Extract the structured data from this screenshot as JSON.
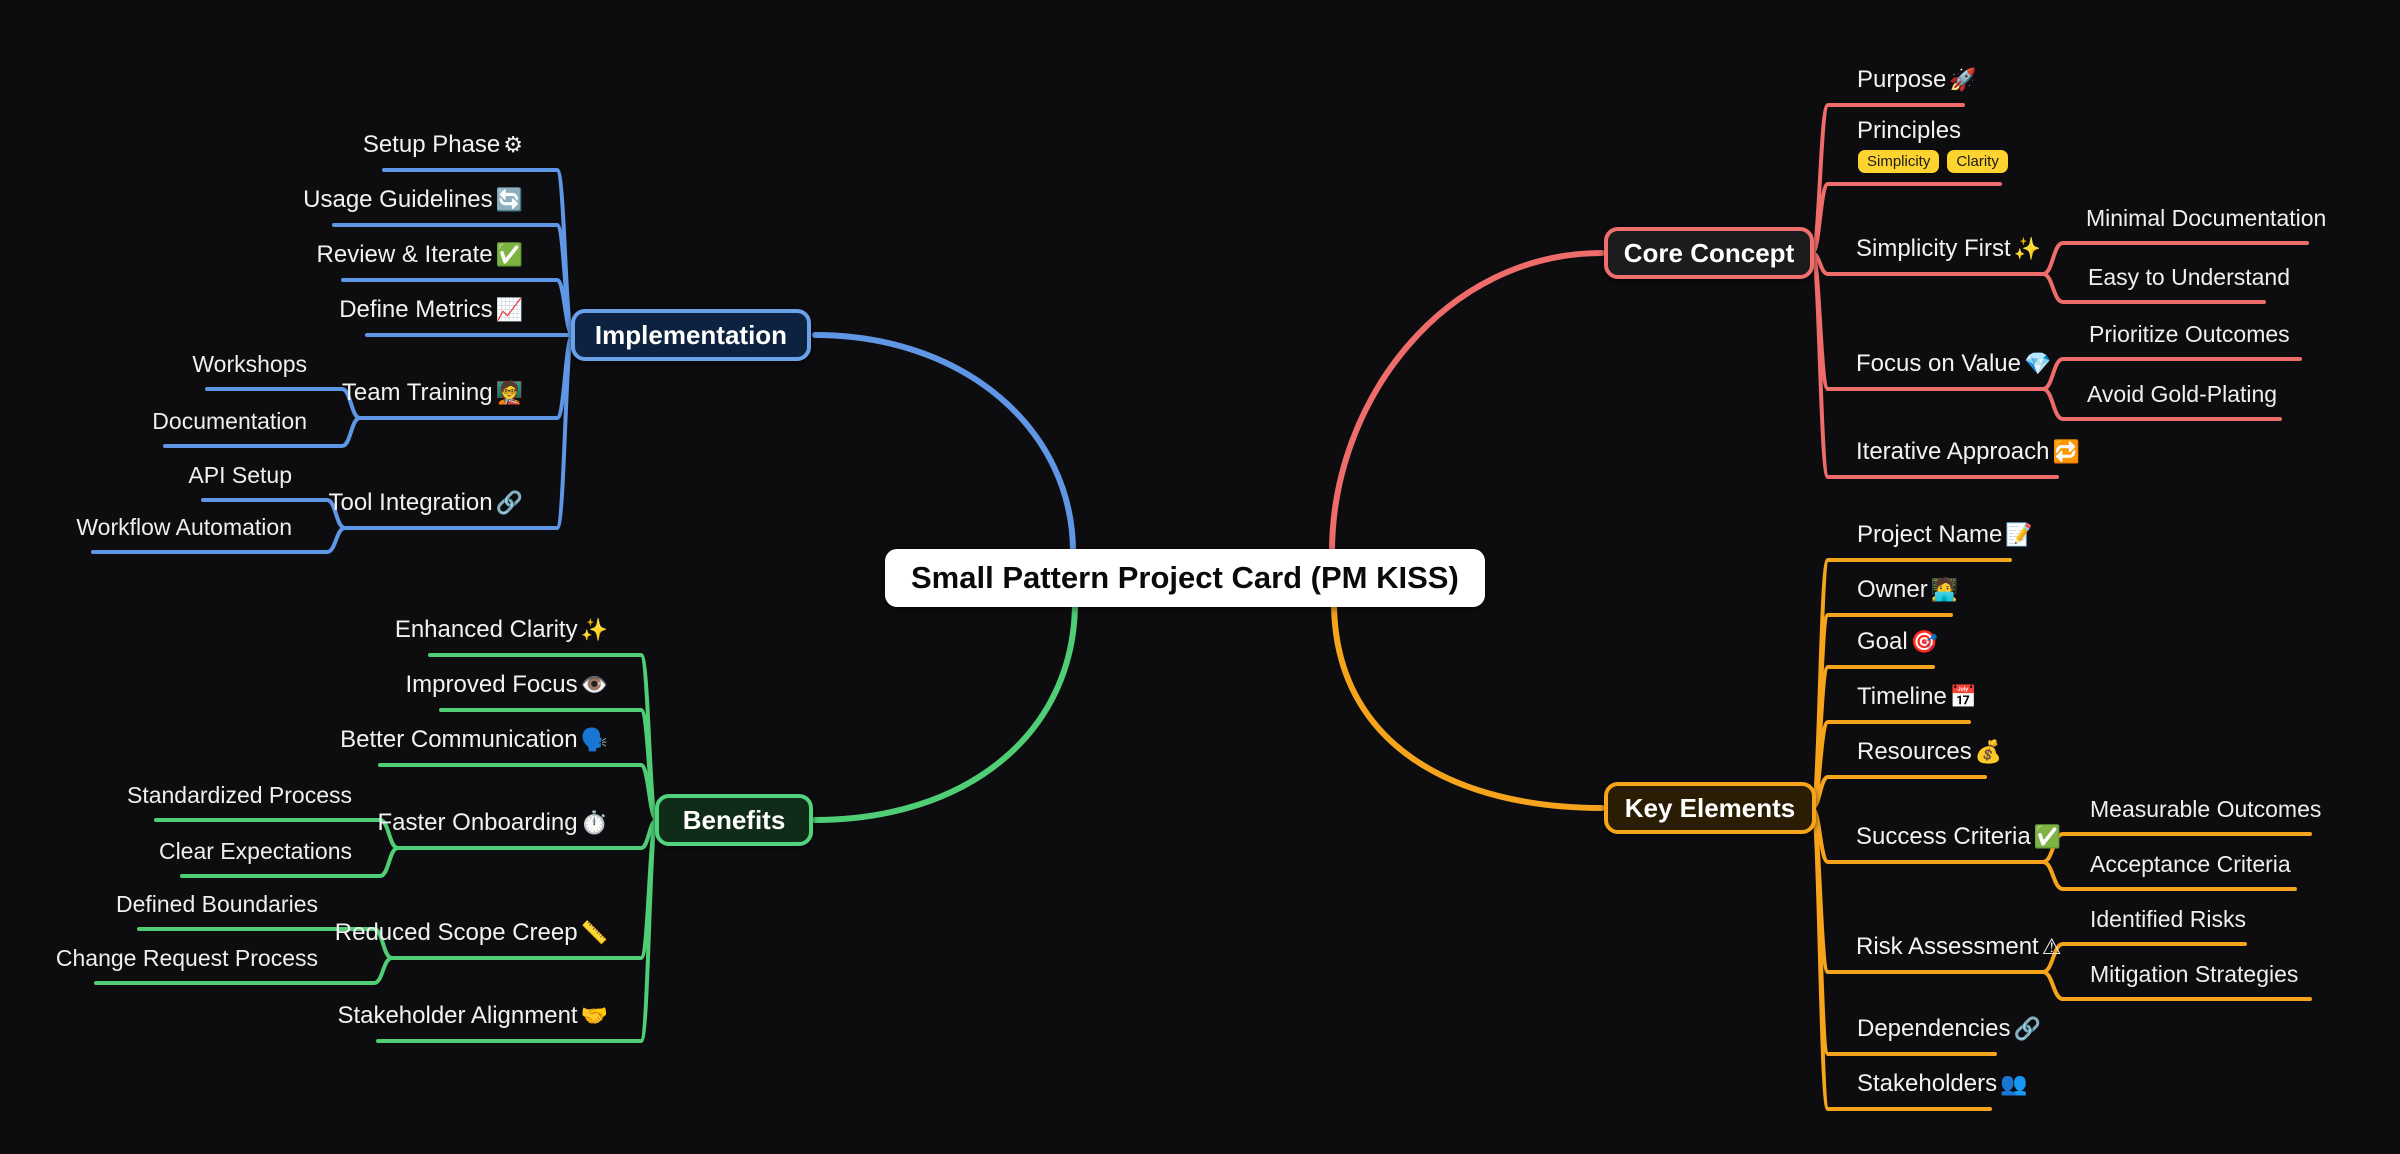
{
  "central": {
    "title": "Small Pattern Project Card (PM KISS)"
  },
  "colors": {
    "background": "#0d0d0f",
    "core_concept": "#ee6c6a",
    "key_elements": "#f7a41d",
    "implementation": "#5f97e6",
    "benefits": "#4fce75",
    "tag_bg": "#fdd32f",
    "tag_text": "#1c1c1c",
    "central_bg": "#ffffff",
    "central_text": "#0a0a0a"
  },
  "branches": {
    "core_concept": {
      "label": "Core Concept",
      "children": [
        {
          "label": "Purpose",
          "emoji": "🚀"
        },
        {
          "label": "Principles",
          "tags": [
            "Simplicity",
            "Clarity"
          ]
        },
        {
          "label": "Simplicity First",
          "emoji": "✨",
          "children": [
            {
              "label": "Minimal Documentation"
            },
            {
              "label": "Easy to Understand"
            }
          ]
        },
        {
          "label": "Focus on Value",
          "emoji": "💎",
          "children": [
            {
              "label": "Prioritize Outcomes"
            },
            {
              "label": "Avoid Gold-Plating"
            }
          ]
        },
        {
          "label": "Iterative Approach",
          "emoji": "🔁"
        }
      ]
    },
    "key_elements": {
      "label": "Key Elements",
      "children": [
        {
          "label": "Project Name",
          "emoji": "📝"
        },
        {
          "label": "Owner",
          "emoji": "🧑‍💻"
        },
        {
          "label": "Goal",
          "emoji": "🎯"
        },
        {
          "label": "Timeline",
          "emoji": "📅"
        },
        {
          "label": "Resources",
          "emoji": "💰"
        },
        {
          "label": "Success Criteria",
          "emoji": "✅",
          "children": [
            {
              "label": "Measurable Outcomes"
            },
            {
              "label": "Acceptance Criteria"
            }
          ]
        },
        {
          "label": "Risk Assessment",
          "emoji": "⚠",
          "children": [
            {
              "label": "Identified Risks"
            },
            {
              "label": "Mitigation Strategies"
            }
          ]
        },
        {
          "label": "Dependencies",
          "emoji": "🔗"
        },
        {
          "label": "Stakeholders",
          "emoji": "👥"
        }
      ]
    },
    "implementation": {
      "label": "Implementation",
      "children": [
        {
          "label": "Setup Phase",
          "emoji": "⚙"
        },
        {
          "label": "Usage Guidelines",
          "emoji": "🔄"
        },
        {
          "label": "Review & Iterate",
          "emoji": "✅"
        },
        {
          "label": "Define Metrics",
          "emoji": "📈"
        },
        {
          "label": "Team Training",
          "emoji": "🧑‍🏫",
          "children": [
            {
              "label": "Workshops"
            },
            {
              "label": "Documentation"
            }
          ]
        },
        {
          "label": "Tool Integration",
          "emoji": "🔗",
          "children": [
            {
              "label": "API Setup"
            },
            {
              "label": "Workflow Automation"
            }
          ]
        }
      ]
    },
    "benefits": {
      "label": "Benefits",
      "children": [
        {
          "label": "Enhanced Clarity",
          "emoji": "✨"
        },
        {
          "label": "Improved Focus",
          "emoji": "👁️"
        },
        {
          "label": "Better Communication",
          "emoji": "🗣️"
        },
        {
          "label": "Faster Onboarding",
          "emoji": "⏱️",
          "children": [
            {
              "label": "Standardized Process"
            },
            {
              "label": "Clear Expectations"
            }
          ]
        },
        {
          "label": "Reduced Scope Creep",
          "emoji": "📏",
          "children": [
            {
              "label": "Defined Boundaries"
            },
            {
              "label": "Change Request Process"
            }
          ]
        },
        {
          "label": "Stakeholder Alignment",
          "emoji": "🤝"
        }
      ]
    }
  }
}
